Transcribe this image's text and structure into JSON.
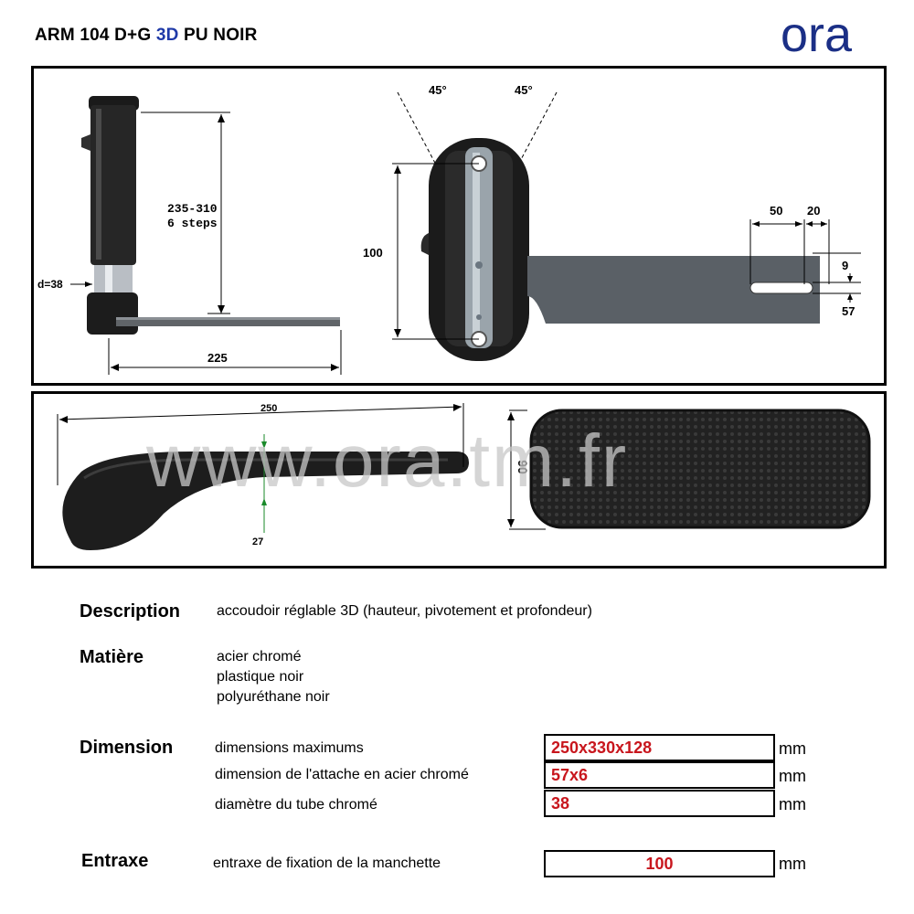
{
  "header": {
    "title_pre": "ARM 104 D+G ",
    "title_hl": "3D",
    "title_post": " PU NOIR",
    "logo_text": "ora",
    "colors": {
      "highlight": "#1f3aa8",
      "value_red": "#c8161d"
    }
  },
  "drawing_top": {
    "side_view": {
      "height_label_1": "235-310",
      "height_label_2": "6 steps",
      "tube_label": "d=38",
      "length_label": "225"
    },
    "top_view": {
      "angle_left": "45°",
      "angle_right": "45°",
      "height_label": "100",
      "slot_50": "50",
      "slot_20": "20",
      "slot_9": "9",
      "slot_57": "57"
    }
  },
  "drawing_bottom": {
    "length_label": "250",
    "thickness_label": "27",
    "width_label": "90",
    "watermark": "www.ora.tm.fr"
  },
  "spec": {
    "description": {
      "label": "Description",
      "text": "accoudoir réglable 3D (hauteur, pivotement et profondeur)"
    },
    "material": {
      "label": "Matière",
      "items": [
        "acier chromé",
        "plastique noir",
        "polyuréthane noir"
      ]
    },
    "dimension": {
      "label": "Dimension",
      "rows": [
        {
          "name": "dimensions maximums",
          "value": "250x330x128",
          "unit": "mm"
        },
        {
          "name": "dimension de l'attache en acier chromé",
          "value": "57x6",
          "unit": "mm"
        },
        {
          "name": "diamètre du tube chromé",
          "value": "38",
          "unit": "mm"
        }
      ]
    },
    "entraxe": {
      "label": "Entraxe",
      "name": "entraxe de fixation de la manchette",
      "value": "100",
      "unit": "mm"
    }
  }
}
